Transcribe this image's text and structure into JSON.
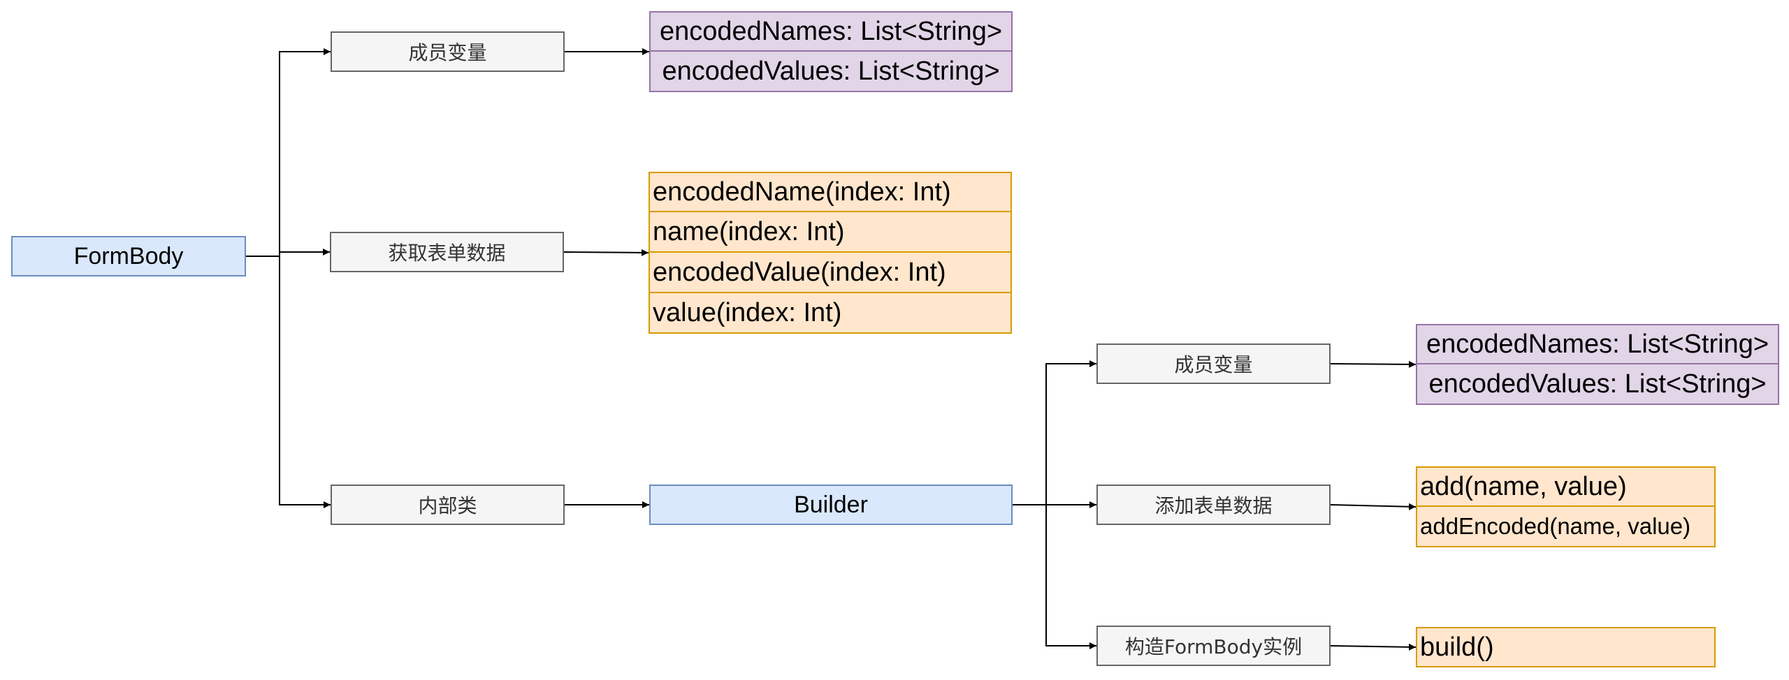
{
  "colors": {
    "root_fill": "#dae8fc",
    "root_stroke": "#6c8ebf",
    "category_fill": "#f5f5f5",
    "category_stroke": "#666666",
    "field_fill": "#e1d5e7",
    "field_stroke": "#9673a6",
    "method_fill": "#ffe6cc",
    "method_stroke": "#d79b00",
    "edge": "#000000"
  },
  "formbody": {
    "label": "FormBody",
    "members": {
      "label": "成员变量",
      "fields": [
        "encodedNames: List<String>",
        "encodedValues: List<String>"
      ]
    },
    "getters": {
      "label": "获取表单数据",
      "methods": [
        "encodedName(index: Int)",
        "name(index: Int)",
        "encodedValue(index: Int)",
        "value(index: Int)"
      ]
    },
    "inner": {
      "label": "内部类"
    }
  },
  "builder": {
    "label": "Builder",
    "members": {
      "label": "成员变量",
      "fields": [
        "encodedNames: List<String>",
        "encodedValues: List<String>"
      ]
    },
    "adders": {
      "label": "添加表单数据",
      "methods": [
        "add(name, value)",
        "addEncoded(name, value)"
      ]
    },
    "construct": {
      "label": "构造FormBody实例",
      "methods": [
        "build()"
      ]
    }
  },
  "edges": [
    [
      "node-formbody",
      "node-fb-members"
    ],
    [
      "node-formbody",
      "node-fb-getters"
    ],
    [
      "node-formbody",
      "node-fb-inner"
    ],
    [
      "node-fb-members",
      "node-fb-fields"
    ],
    [
      "node-fb-getters",
      "node-fb-methods"
    ],
    [
      "node-fb-inner",
      "node-builder"
    ],
    [
      "node-builder",
      "node-b-members"
    ],
    [
      "node-builder",
      "node-b-adders"
    ],
    [
      "node-builder",
      "node-b-construct"
    ],
    [
      "node-b-members",
      "node-b-fields"
    ],
    [
      "node-b-adders",
      "node-b-methods"
    ],
    [
      "node-b-construct",
      "node-b-build"
    ]
  ]
}
